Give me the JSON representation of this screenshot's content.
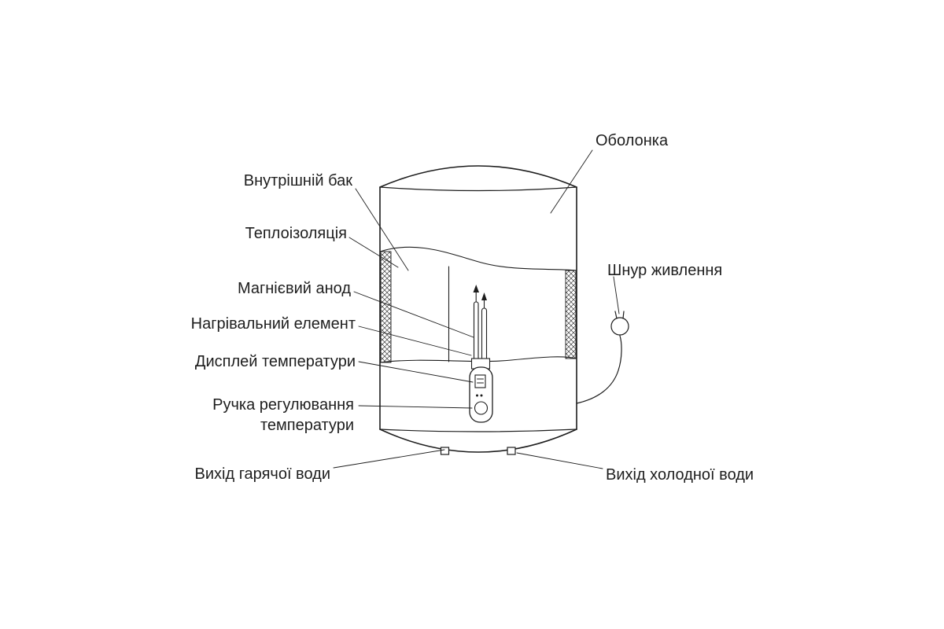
{
  "diagram": {
    "labels": {
      "shell": "Оболонка",
      "inner_tank": "Внутрішній бак",
      "insulation": "Теплоізоляція",
      "anode": "Магнієвий анод",
      "heating_element": "Нагрівальний елемент",
      "temp_display": "Дисплей температури",
      "temp_knob": "Ручка регулювання температури",
      "hot_water_outlet": "Вихід гарячої води",
      "power_cord": "Шнур живлення",
      "cold_water_outlet": "Вихід холодної води"
    },
    "colors": {
      "line": "#1d1d1d",
      "background": "#ffffff"
    }
  }
}
